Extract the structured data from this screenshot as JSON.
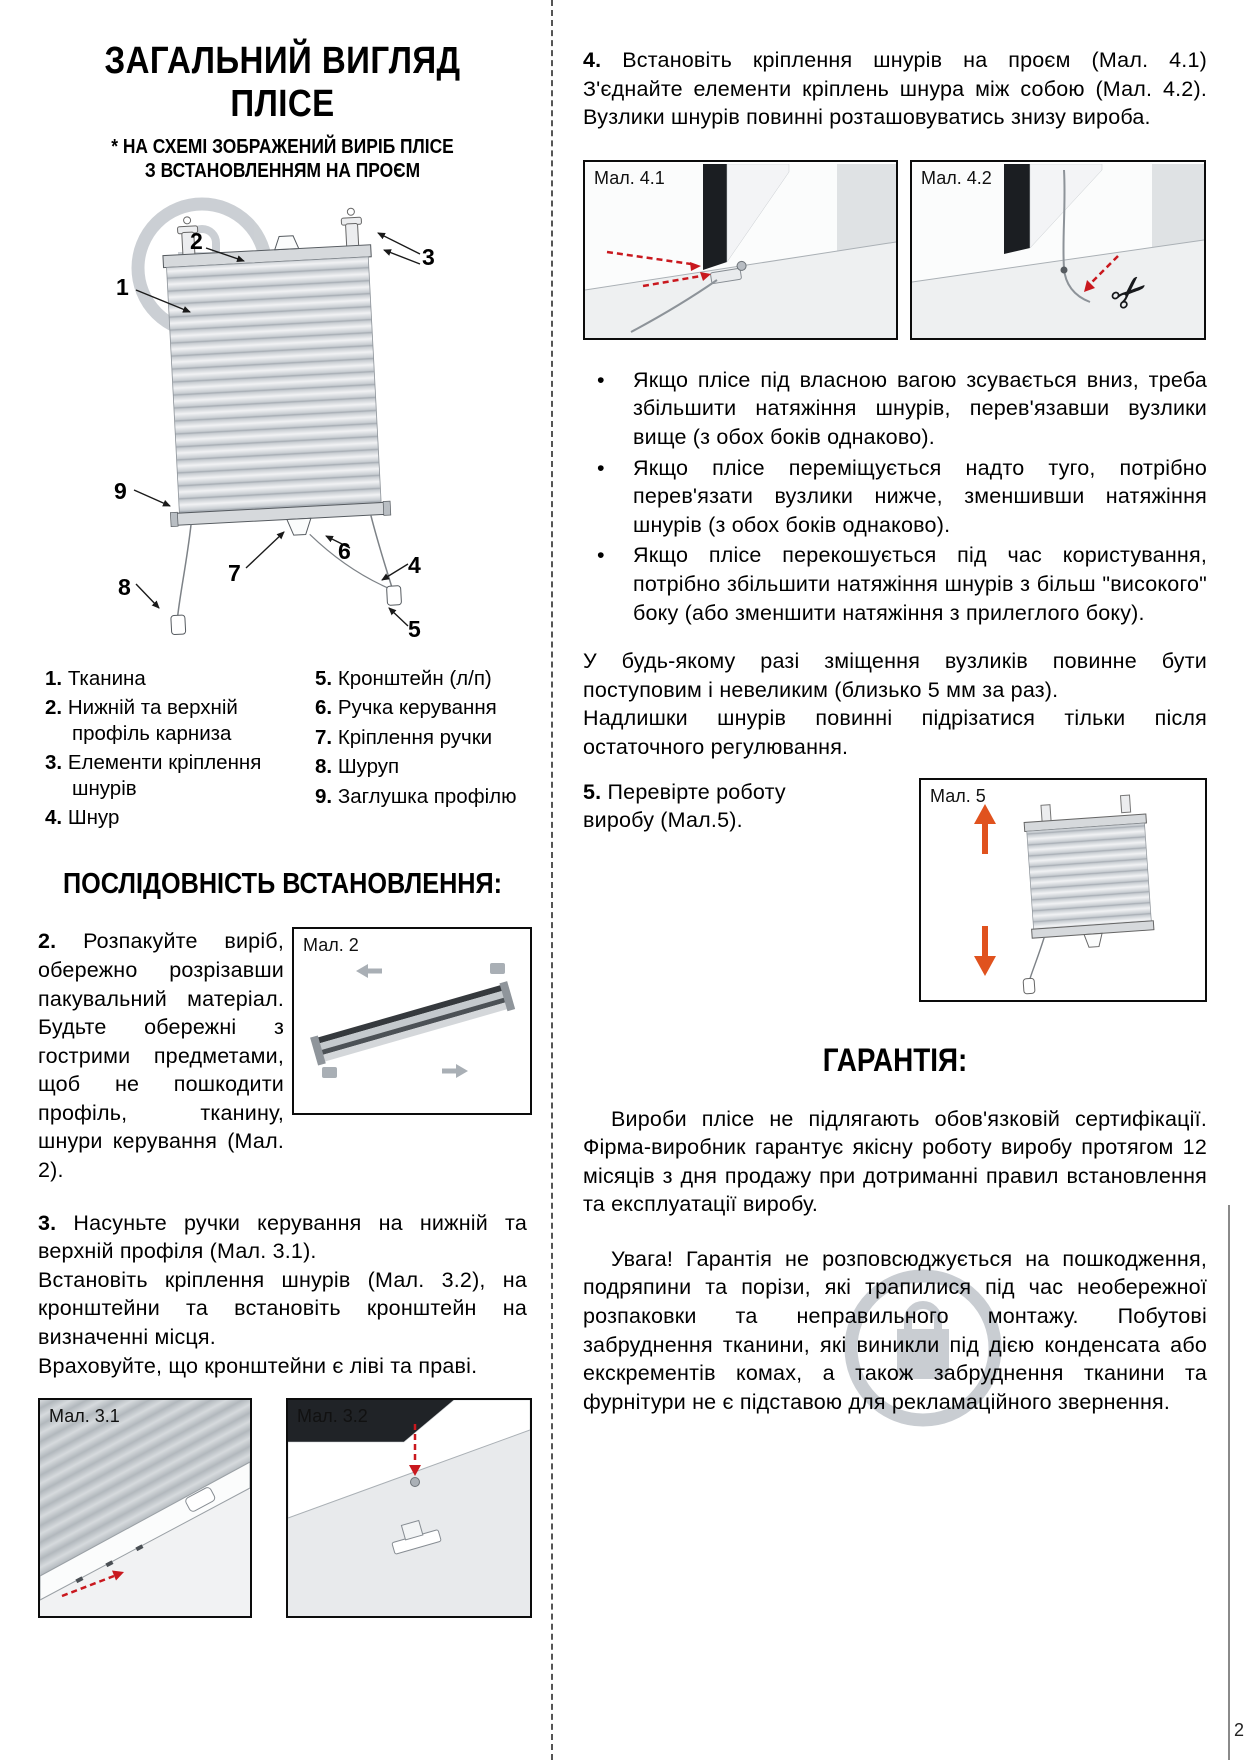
{
  "page": {
    "number": "2"
  },
  "colors": {
    "accent_red": "#c9181e",
    "arrow_orange": "#e0521e",
    "watermark_gray": "#c9cdd2"
  },
  "icons": {
    "scissors": "✂"
  },
  "left": {
    "title_line1": "ЗАГАЛЬНИЙ ВИГЛЯД",
    "title_line2": "ПЛІСЕ",
    "subtitle_line1": "* НА СХЕМІ ЗОБРАЖЕНИЙ ВИРІБ ПЛІСЕ",
    "subtitle_line2": "З ВСТАНОВЛЕННЯМ НА ПРОЄМ",
    "diagram": {
      "callouts": [
        "1",
        "2",
        "3",
        "4",
        "5",
        "6",
        "7",
        "8",
        "9"
      ]
    },
    "legend_col1": [
      {
        "num": "1.",
        "text": "Тканина"
      },
      {
        "num": "2.",
        "text": "Нижній та верхній профіль карниза"
      },
      {
        "num": "3.",
        "text": "Елементи кріплення шнурів"
      },
      {
        "num": "4.",
        "text": "Шнур"
      }
    ],
    "legend_col2": [
      {
        "num": "5.",
        "text": "Кронштейн (л/п)"
      },
      {
        "num": "6.",
        "text": "Ручка керування"
      },
      {
        "num": "7.",
        "text": "Кріплення ручки"
      },
      {
        "num": "8.",
        "text": "Шуруп"
      },
      {
        "num": "9.",
        "text": "Заглушка профілю"
      }
    ],
    "section_title": "ПОСЛІДОВНІСТЬ ВСТАНОВЛЕННЯ:",
    "step2": {
      "num": "2.",
      "text": "Розпакуйте виріб, обережно розрізавши пакувальний матеріал. Будьте обережні з гострими предметами, щоб не пошкодити профіль, тканину, шнури керування (Мал. 2)."
    },
    "fig2_label": "Мал. 2",
    "step3": {
      "num": "3.",
      "p1": "Насуньте ручки керування на нижній та верхній профіля (Мал. 3.1).",
      "p2": "Встановіть кріплення шнурів (Мал. 3.2), на кронштейни та встановіть кронштейн на визначенні місця.",
      "p3": "Враховуйте, що кронштейни є ліві та праві."
    },
    "fig31_label": "Мал. 3.1",
    "fig32_label": "Мал. 3.2"
  },
  "right": {
    "step4": {
      "num": "4.",
      "text": "Встановіть кріплення шнурів на проєм (Мал. 4.1) З'єднайте елементи кріплень шнура між собою (Мал. 4.2). Вузлики шнурів повинні розташовуватись знизу вироба."
    },
    "fig41_label": "Мал. 4.1",
    "fig42_label": "Мал. 4.2",
    "bullet_marker": "•",
    "bullets": [
      "Якщо плісе під власною вагою зсувається вниз, треба збільшити натяжіння шнурів, перев'язавши вузлики вище (з обох боків однаково).",
      "Якщо плісе переміщується надто туго, потрібно перев'язати вузлики нижче, зменшивши натяжіння шнурів (з обох боків однаково).",
      "Якщо плісе перекошується під час користування, потрібно збільшити натяжіння шнурів з більш \"високого\" боку (або зменшити натяжіння з прилеглого боку)."
    ],
    "note_p1": "У будь-якому разі зміщення вузликів повинне бути поступовим і невеликим (близько 5 мм за раз).",
    "note_p2": "Надлишки шнурів повинні підрізатися тільки після остаточного регулювання.",
    "step5": {
      "num": "5.",
      "text": "Перевірте роботу виробу (Мал.5)."
    },
    "fig5_label": "Мал. 5",
    "warranty_title": "ГАРАНТІЯ:",
    "warranty_p1": "Вироби плісе не підлягають обов'язковій сертифікації. Фірма-виробник гарантує якісну роботу виробу протягом 12 місяців з дня продажу при дотриманні правил встановлення та експлуатації виробу.",
    "warranty_p2": "Увага! Гарантія не розповсюджується на пошкодження, подряпини та порізи, які трапилися під час необережної розпаковки та неправильного монтажу. Побутові забруднення тканини, які виникли під дією конденсата або екскрементів комах, а також забруднення тканини та фурнітури не є підставою для рекламаційного звернення."
  }
}
